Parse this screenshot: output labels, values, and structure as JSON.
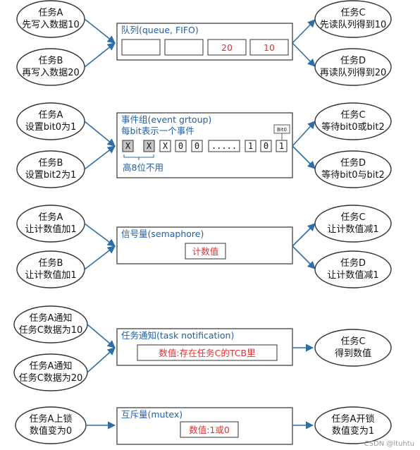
{
  "colors": {
    "arrow": "#2e6fa7",
    "title": "#1f5fa8",
    "value": "#e03030",
    "stroke": "#333333"
  },
  "queue": {
    "task_a": [
      "任务A",
      "先写入数据10"
    ],
    "task_b": [
      "任务B",
      "再写入数据20"
    ],
    "title": "队列(queue, FIFO)",
    "cells": [
      "",
      "",
      "20",
      "10"
    ],
    "task_c": [
      "任务C",
      "先读队列得到10"
    ],
    "task_d": [
      "任务D",
      "再读队列得到20"
    ]
  },
  "event_group": {
    "task_a": [
      "任务A",
      "设置bit0为1"
    ],
    "task_b": [
      "任务B",
      "设置bit2为1"
    ],
    "title": "事件组(event grtoup)",
    "subtitle": "每bit表示一个事件",
    "bits": [
      "X",
      "X",
      "X",
      "0",
      "0",
      ".....",
      "1",
      "0",
      "1"
    ],
    "bit0_label": "Bit0",
    "high_bits_note": "高8位不用",
    "task_c": [
      "任务C",
      "等待bit0或bit2"
    ],
    "task_d": [
      "任务D",
      "等待bit0与bit2"
    ]
  },
  "semaphore": {
    "task_a": [
      "任务A",
      "让计数值加1"
    ],
    "task_b": [
      "任务B",
      "让计数值加1"
    ],
    "title": "信号量(semaphore)",
    "value": "计数值",
    "task_c": [
      "任务C",
      "让计数值减1"
    ],
    "task_d": [
      "任务D",
      "让计数值减1"
    ]
  },
  "task_notification": {
    "task_a": [
      "任务A通知",
      "任务C数据为10"
    ],
    "task_b": [
      "任务A通知",
      "任务C数据为20"
    ],
    "title": "任务通知(task notification)",
    "value": "数值:存在任务C的TCB里",
    "task_c": [
      "任务C",
      "得到数值"
    ]
  },
  "mutex": {
    "task_a": [
      "任务A上锁",
      "数值变为0"
    ],
    "title": "互斥量(mutex)",
    "value": "数值:1或0",
    "task_c": [
      "任务A开锁",
      "数值变为1"
    ]
  },
  "watermark": "CSDN @ltuhtu"
}
